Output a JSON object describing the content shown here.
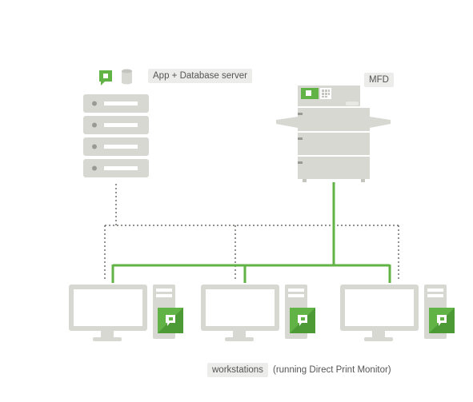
{
  "labels": {
    "server": "App + Database server",
    "mfd": "MFD",
    "workstations": "workstations",
    "workstations_note": "(running Direct Print Monitor)"
  },
  "colors": {
    "green": "#62b346",
    "gray": "#d8d8d3",
    "dark_gray": "#9a9a95"
  },
  "icons": [
    "papercut-logo-icon",
    "database-icon",
    "server-icon",
    "printer-icon",
    "monitor-icon",
    "tower-icon"
  ]
}
